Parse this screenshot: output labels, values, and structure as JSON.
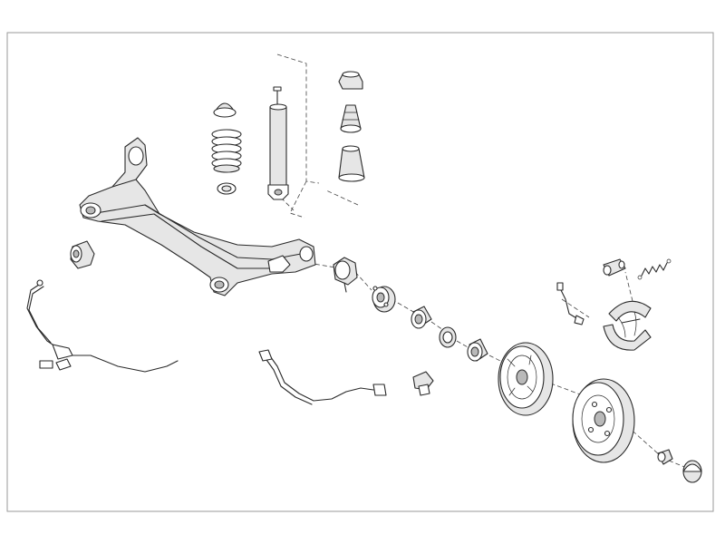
{
  "diagram": {
    "type": "exploded-parts-view",
    "line_color": "#2a2a2a",
    "shade_color": "#e6e6e6",
    "border_color": "#9a9a9a",
    "parts": [
      {
        "id": "rear-axle-beam",
        "icon": "axle-beam-icon"
      },
      {
        "id": "axle-bushing",
        "icon": "bushing-icon"
      },
      {
        "id": "spring-top-cap",
        "icon": "cap-icon"
      },
      {
        "id": "coil-spring",
        "icon": "coil-spring-icon"
      },
      {
        "id": "spring-seat-ring",
        "icon": "ring-icon"
      },
      {
        "id": "shock-absorber",
        "icon": "shock-absorber-icon"
      },
      {
        "id": "strut-nut",
        "icon": "nut-icon"
      },
      {
        "id": "protective-boot",
        "icon": "boot-icon"
      },
      {
        "id": "dust-cover",
        "icon": "sleeve-icon"
      },
      {
        "id": "stub-axle",
        "icon": "stub-axle-icon"
      },
      {
        "id": "wheel-hub",
        "icon": "hub-icon"
      },
      {
        "id": "bearing-ring",
        "icon": "bearing-icon"
      },
      {
        "id": "seal-ring",
        "icon": "seal-icon"
      },
      {
        "id": "outer-bearing",
        "icon": "bearing-icon"
      },
      {
        "id": "brake-backing-plate",
        "icon": "backing-plate-icon"
      },
      {
        "id": "brake-drum",
        "icon": "brake-drum-icon"
      },
      {
        "id": "brake-shoes",
        "icon": "brake-shoe-icon"
      },
      {
        "id": "wheel-cylinder",
        "icon": "cylinder-icon"
      },
      {
        "id": "return-spring",
        "icon": "spring-icon"
      },
      {
        "id": "brake-line",
        "icon": "brake-line-icon"
      },
      {
        "id": "axle-nut",
        "icon": "nut-icon"
      },
      {
        "id": "hub-cap",
        "icon": "hub-cap-icon"
      },
      {
        "id": "abs-sensor-cable",
        "icon": "cable-icon"
      },
      {
        "id": "brake-cable",
        "icon": "cable-icon"
      },
      {
        "id": "sensor-connector",
        "icon": "connector-icon"
      }
    ]
  }
}
